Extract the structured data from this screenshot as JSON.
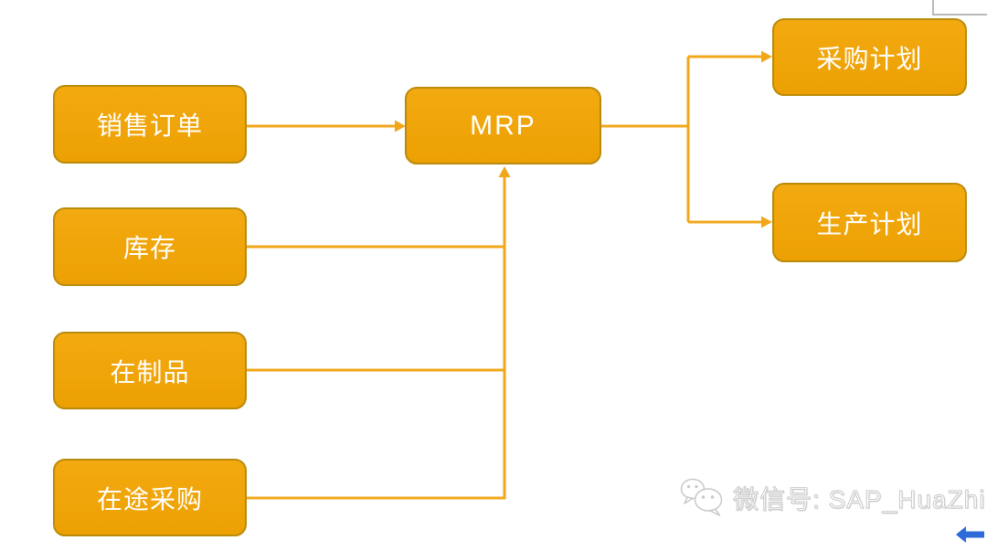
{
  "diagram": {
    "nodes": {
      "sales_order": {
        "label": "销售订单"
      },
      "inventory": {
        "label": "库存"
      },
      "wip": {
        "label": "在制品"
      },
      "in_transit_purchase": {
        "label": "在途采购"
      },
      "mrp": {
        "label": "MRP"
      },
      "purchase_plan": {
        "label": "采购计划"
      },
      "production_plan": {
        "label": "生产计划"
      }
    },
    "edges": [
      {
        "from": "sales_order",
        "to": "mrp"
      },
      {
        "from": "inventory",
        "to": "mrp"
      },
      {
        "from": "wip",
        "to": "mrp"
      },
      {
        "from": "in_transit_purchase",
        "to": "mrp"
      },
      {
        "from": "mrp",
        "to": "purchase_plan"
      },
      {
        "from": "mrp",
        "to": "production_plan"
      }
    ],
    "colors": {
      "node_fill": "#EFA40A",
      "node_border": "#BA8B0B",
      "connector": "#F2A71B",
      "node_text": "#FFFFFF"
    }
  },
  "watermark": {
    "icon": "wechat-icon",
    "text": "微信号: SAP_HuaZhi",
    "text_color": "#FFFFFF",
    "outline_color": "#C9C9C9"
  },
  "controls": {
    "back_arrow_icon": "arrow-left-icon",
    "back_arrow_color": "#2D6BD8"
  }
}
